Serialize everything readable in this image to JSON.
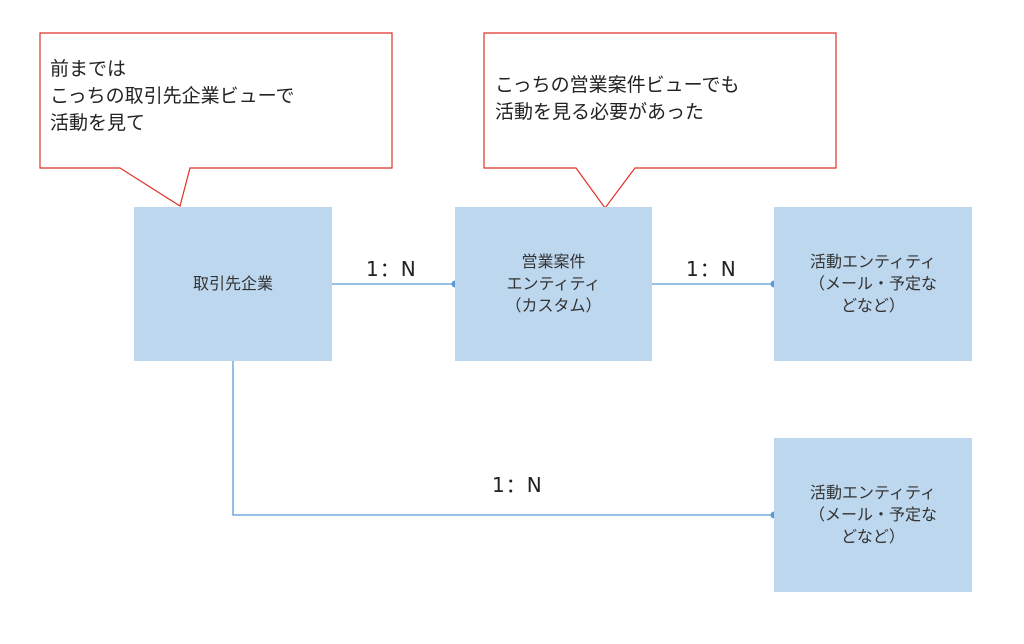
{
  "colors": {
    "box_fill": "#bdd7ee",
    "connector": "#5b9bd5",
    "callout_border": "#e0312a",
    "callout_fill": "#ffffff"
  },
  "callouts": {
    "left": {
      "text": "前までは\nこっちの取引先企業ビューで\n活動を見て"
    },
    "middle": {
      "text": "こっちの営業案件ビューでも\n活動を見る必要があった"
    }
  },
  "entities": {
    "account": {
      "label": "取引先企業"
    },
    "opportunity": {
      "label": "営業案件\nエンティティ\n（カスタム）"
    },
    "activity_top": {
      "label": "活動エンティティ\n（メール・予定な\nどなど）"
    },
    "activity_bottom": {
      "label": "活動エンティティ\n（メール・予定な\nどなど）"
    }
  },
  "relations": {
    "account_to_opportunity": "1：N",
    "opportunity_to_activity": "1：N",
    "account_to_activity": "1：N"
  }
}
